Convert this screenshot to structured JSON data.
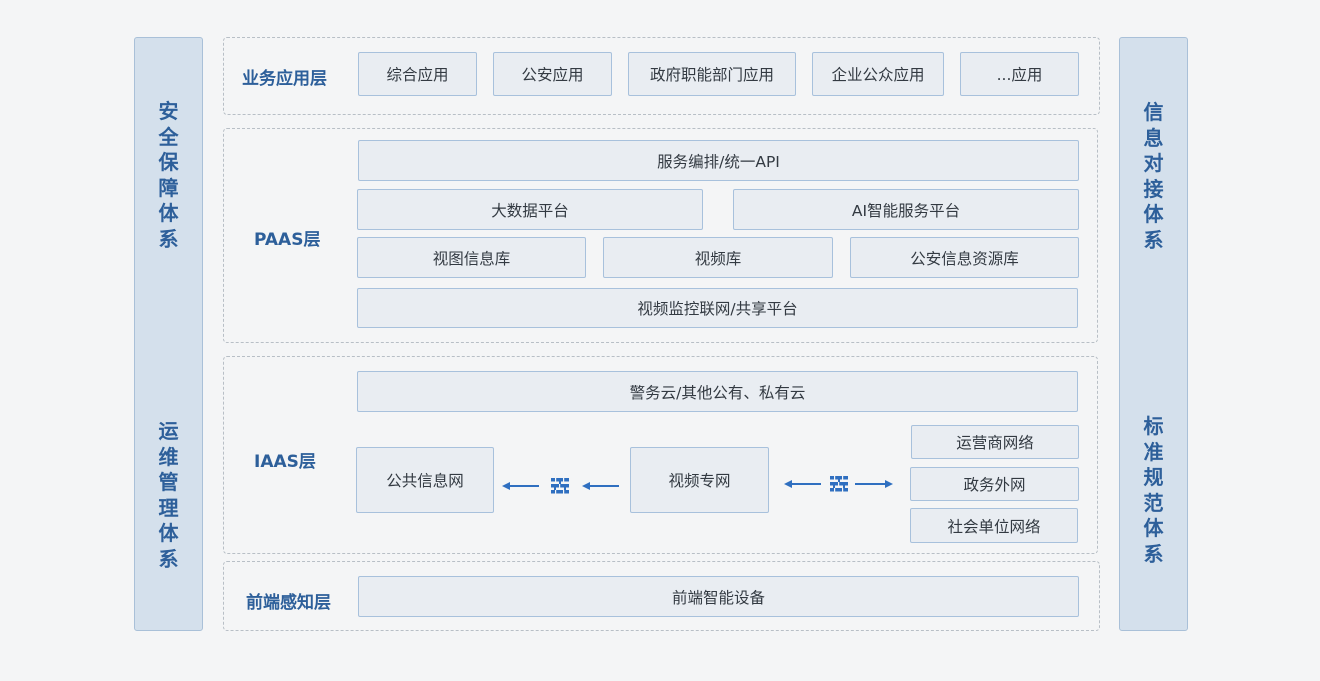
{
  "left_panels": {
    "security": "安全保障体系",
    "operations": "运维管理体系"
  },
  "right_panels": {
    "info_docking": "信息对接体系",
    "standards": "标准规范体系"
  },
  "business_layer": {
    "title": "业务应用层",
    "apps": [
      "综合应用",
      "公安应用",
      "政府职能部门应用",
      "企业公众应用",
      "...应用"
    ]
  },
  "paas_layer": {
    "title": "PAAS层",
    "orchestration": "服务编排/统一API",
    "bigdata": "大数据平台",
    "ai": "AI智能服务平台",
    "view_db": "视图信息库",
    "video_db": "视频库",
    "police_db": "公安信息资源库",
    "sharing": "视频监控联网/共享平台"
  },
  "iaas_layer": {
    "title": "IAAS层",
    "cloud": "警务云/其他公有、私有云",
    "public_net": "公共信息网",
    "video_net": "视频专网",
    "carrier_net": "运营商网络",
    "gov_net": "政务外网",
    "social_net": "社会单位网络"
  },
  "front_layer": {
    "title": "前端感知层",
    "devices": "前端智能设备"
  },
  "colors": {
    "accent": "#2d5f9a",
    "firewall": "#2f6fc0",
    "box_fill": "#e9edf2",
    "side_fill": "#d4e0ec"
  }
}
